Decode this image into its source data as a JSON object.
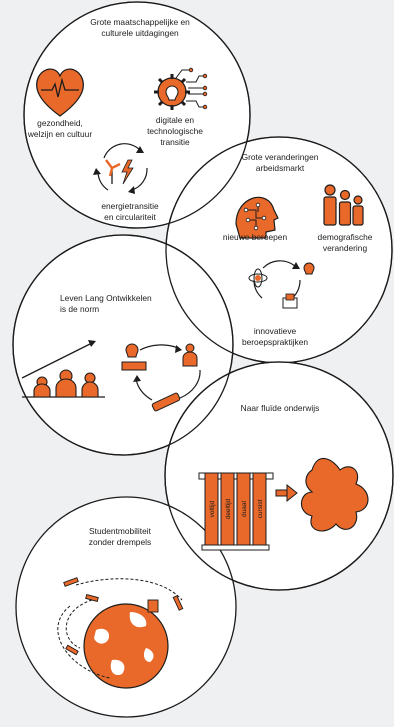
{
  "colors": {
    "accent": "#e8692a",
    "outline": "#1c1c1c",
    "background": "#eef0f2",
    "circle_fill": "#ffffff"
  },
  "sections": [
    {
      "id": "maatschappelijke",
      "title_lines": [
        "Grote maatschappelijke en",
        "culturele uitdagingen"
      ],
      "items": [
        {
          "icon": "heart-pulse-icon",
          "label_lines": [
            "gezondheid,",
            "welzijn en cultuur"
          ]
        },
        {
          "icon": "gear-bulb-icon",
          "label_lines": [
            "digitale en",
            "technologische",
            "transitie"
          ]
        },
        {
          "icon": "energy-cycle-icon",
          "label_lines": [
            "energietransitie",
            "en circulariteit"
          ]
        }
      ]
    },
    {
      "id": "arbeidsmarkt",
      "title_lines": [
        "Grote veranderingen",
        "arbeidsmarkt"
      ],
      "items": [
        {
          "icon": "brain-head-icon",
          "label_lines": [
            "nieuwe beroepen"
          ]
        },
        {
          "icon": "people-group-icon",
          "label_lines": [
            "demografische",
            "verandering"
          ]
        },
        {
          "icon": "innovation-cycle-icon",
          "label_lines": [
            "innovatieve",
            "beroepspraktijken"
          ]
        }
      ]
    },
    {
      "id": "llo",
      "title_lines": [
        "Leven Lang Ontwikkelen",
        "is de norm"
      ],
      "items": [
        {
          "icon": "growth-people-icon",
          "label_lines": []
        },
        {
          "icon": "learning-cycle-icon",
          "label_lines": []
        }
      ]
    },
    {
      "id": "fluide",
      "title_lines": [
        "Naar fluïde onderwijs"
      ],
      "bars": [
        "voltijd",
        "deeltijd",
        "duaal",
        "cursist"
      ],
      "items": [
        {
          "icon": "arrow-right-icon",
          "label_lines": []
        },
        {
          "icon": "fluid-blob-icon",
          "label_lines": []
        }
      ]
    },
    {
      "id": "mobiliteit",
      "title_lines": [
        "Studentmobiliteit",
        "zonder drempels"
      ],
      "items": [
        {
          "icon": "globe-mobility-icon",
          "label_lines": []
        }
      ]
    }
  ]
}
